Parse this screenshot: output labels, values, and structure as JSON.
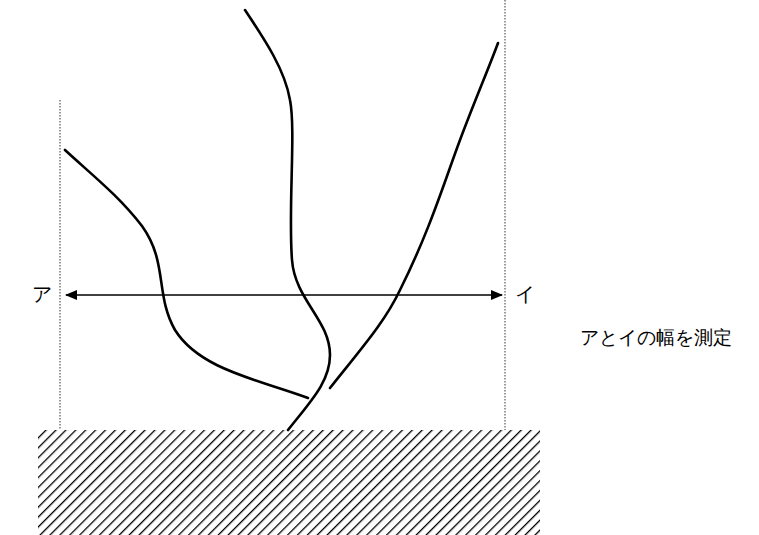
{
  "diagram": {
    "labels": [
      "ア",
      "イ",
      "アとイの幅を測定"
    ]
  }
}
